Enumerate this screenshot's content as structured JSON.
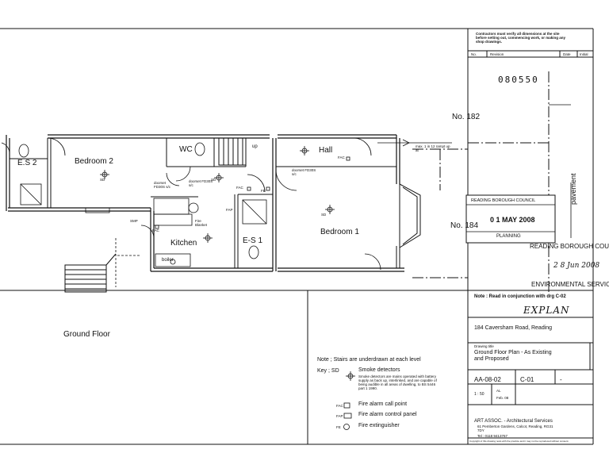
{
  "drawing": {
    "ref_number": "080550",
    "view_title": "Ground Floor",
    "rooms": {
      "bedroom2": "Bedroom 2",
      "es2": "E.S 2",
      "wc": "WC",
      "up": "up",
      "hall": "Hall",
      "bedroom1": "Bedroom 1",
      "kitchen": "Kitchen",
      "es1": "E-S 1",
      "boiler": "boiler"
    },
    "small_labels": {
      "doorset_left": "doorset FD30S s/c",
      "doorset_mid": "doorset FD30S s/c",
      "doorset_hall": "doorset FD30S s/c",
      "sd": "SD",
      "fac": "FAC",
      "fap": "FAP",
      "fe": "FE",
      "smp": "SMP",
      "fire_blanket": "Fire Blanket",
      "ramp": "max. 1 in 12 rampt up at"
    },
    "neighbours": {
      "no182": "No. 182",
      "no184": "No. 184"
    },
    "pavement": "pavement"
  },
  "stamps": {
    "planning": {
      "council": "READING BOROUGH COUNCIL",
      "date": "0 1 MAY 2008",
      "dept": "PLANNING"
    },
    "environmental": {
      "council": "READING BOROUGH COUNCIL",
      "date": "2 8 Jun 2008",
      "dept": "ENVIRONMENTAL SERVICES"
    }
  },
  "notes": {
    "stairs": "Note ; Stairs are underdrawn at each level",
    "key_label": "Key ; SD",
    "smoke_title": "Smoke detectors",
    "smoke_desc": "Smoke detectors are mains operated with battery supply as back up, interlinked, and are capable of being audible in all areas of dwelling, to BS 5446 part 1 1990.",
    "fac_key": "FAC",
    "fac_desc": "Fire alarm call point",
    "fap_key": "FAP",
    "fap_desc": "Fire alarm control panel",
    "fe_key": "FE",
    "fe_desc": "Fire extinguisher"
  },
  "title_block": {
    "contractor_note": "Contractors must verify all dimensions at the site before setting out, commencing work, or making any shop drawings.",
    "rev_headers": {
      "no": "No.",
      "revision": "Revision",
      "date": "Date",
      "initial": "Initial"
    },
    "read_note": "Note : Read in conjunction with drg C-02",
    "explan": "EXPLAN",
    "address": "184 Caversham Road, Reading",
    "drawing_title_label": "Drawing title",
    "drawing_title": "Ground Floor Plan  -  As Existing and Proposed",
    "drg_no": "AA-08-02",
    "rev": "C-01",
    "dash": "-",
    "scale": "1 : 50",
    "drawn": "AL",
    "date": "Feb. 08",
    "practice": "ART ASSOC. - Architectural Services",
    "practice_addr": "61 Pemberton Gardens, Calcot, Reading, RG31 7DY",
    "practice_tel": "Tel : 0118 9413767",
    "copyright": "Copyright of this drawing rests with the practice and it may not be reproduced without consent."
  }
}
